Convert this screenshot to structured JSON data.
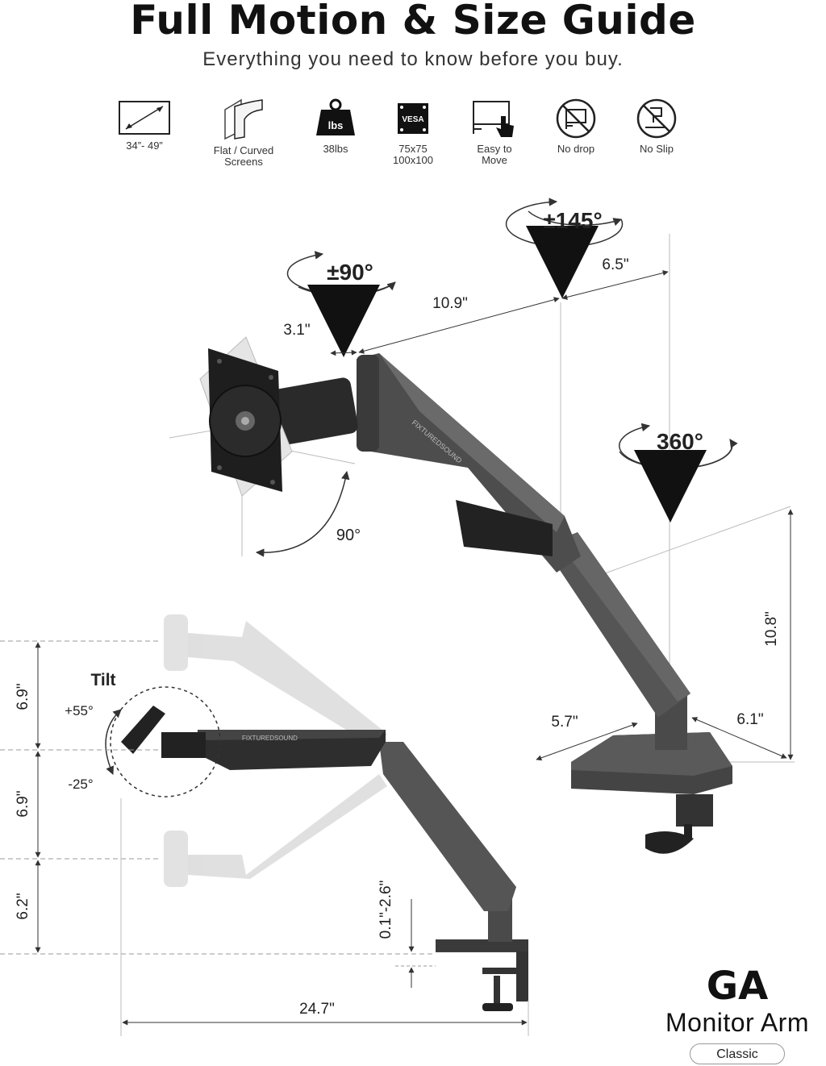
{
  "header": {
    "title": "Full Motion & Size Guide",
    "subtitle": "Everything you need to know before you buy."
  },
  "features": [
    {
      "icon": "screen-size-icon",
      "label": "34”- 49”"
    },
    {
      "icon": "curved-screen-icon",
      "label": "Flat / Curved\nScreens"
    },
    {
      "icon": "weight-icon",
      "icon_text": "lbs",
      "label": "38lbs"
    },
    {
      "icon": "vesa-icon",
      "icon_text": "VESA",
      "label": "75x75\n100x100"
    },
    {
      "icon": "easy-move-icon",
      "label": "Easy to\nMove"
    },
    {
      "icon": "no-drop-icon",
      "label": "No drop"
    },
    {
      "icon": "no-slip-icon",
      "label": "No Slip"
    }
  ],
  "rotations": {
    "swivel_head": "±90°",
    "swivel_elbow": "±145°",
    "swivel_base": "360°",
    "rotation_portrait": "90°",
    "tilt_title": "Tilt",
    "tilt_up": "+55°",
    "tilt_down": "-25°"
  },
  "dimensions": {
    "head_offset": "3.1\"",
    "forearm_length": "10.9\"",
    "upper_arm_length": "6.5\"",
    "pole_height": "10.8\"",
    "base_depth": "5.7\"",
    "base_width": "6.1\"",
    "upper_range": "6.9\"",
    "lower_range": "6.9\"",
    "bottom_range": "6.2\"",
    "clamp_range": "0.1\"-2.6\"",
    "total_reach": "24.7\""
  },
  "product": {
    "brand_mark": "FIXTUREDSOUND",
    "model": "GA",
    "name": "Monitor Arm",
    "edition": "Classic"
  }
}
